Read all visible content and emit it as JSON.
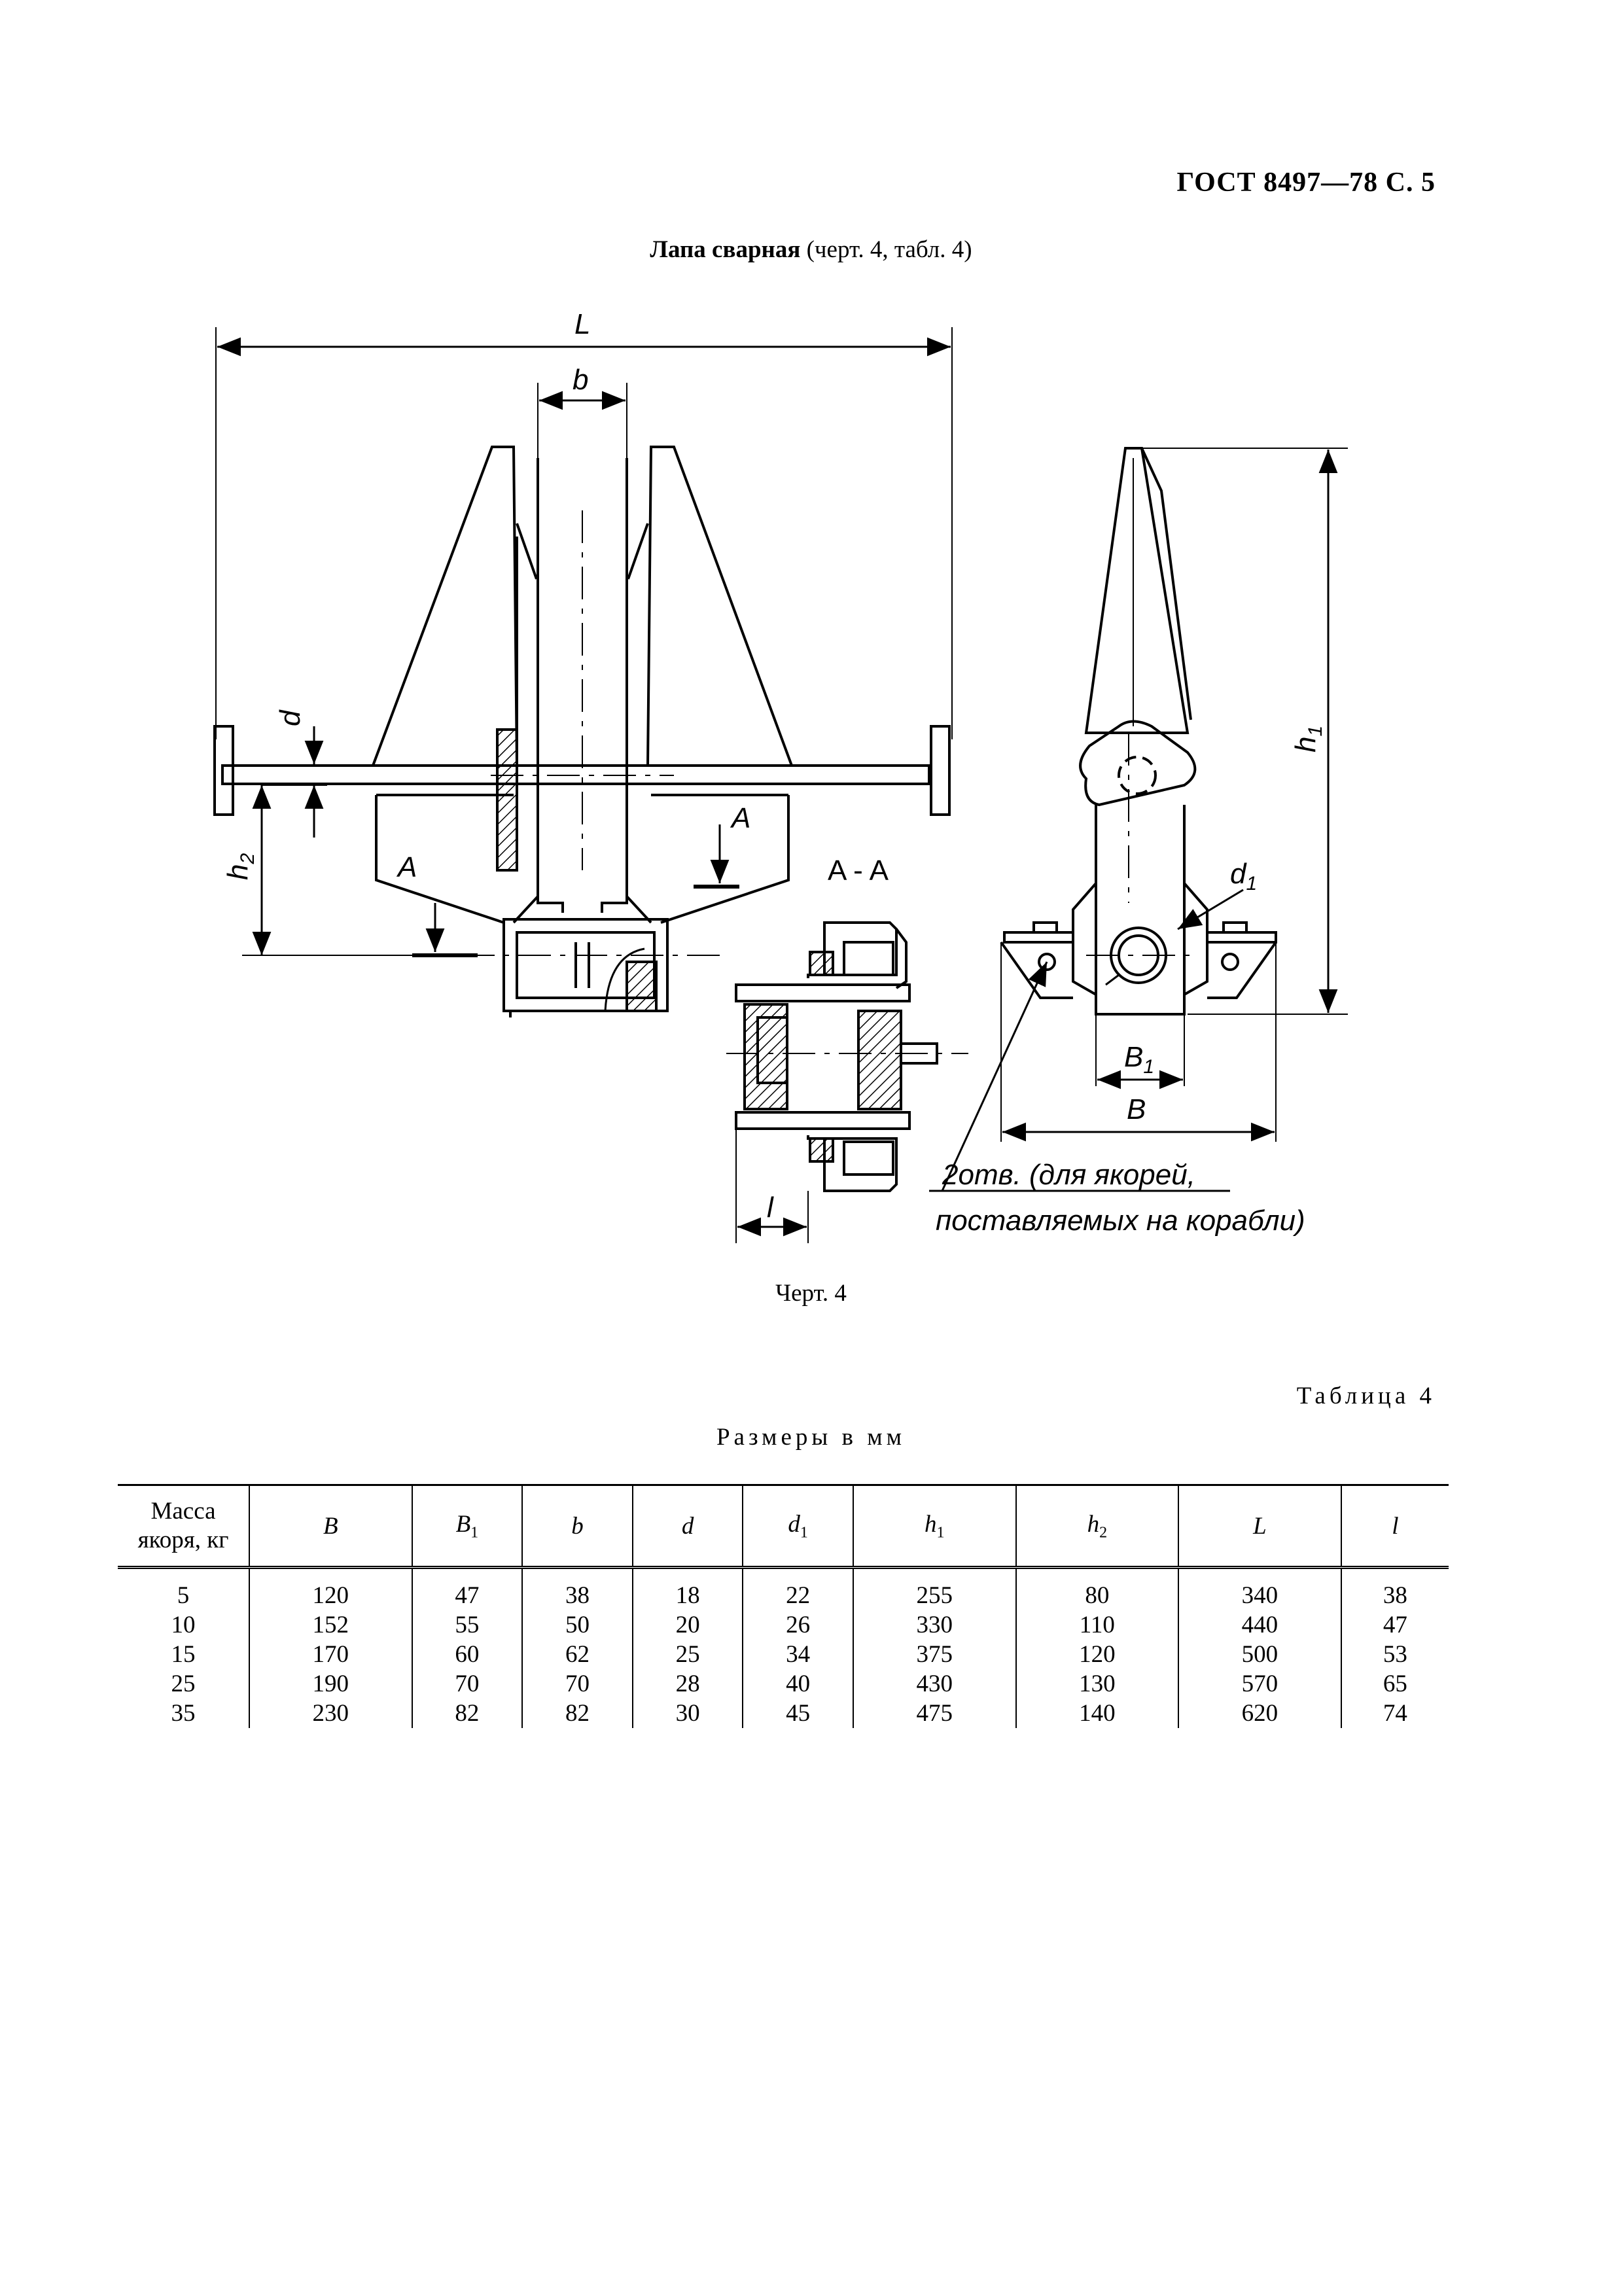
{
  "header": {
    "text": "ГОСТ 8497—78 С. 5"
  },
  "section": {
    "title_bold": "Лапа сварная",
    "title_rest": " (черт. 4, табл. 4)"
  },
  "drawing": {
    "labels": {
      "L": "L",
      "b": "b",
      "d": "d",
      "h2": "h",
      "h2_sub": "2",
      "A": "A",
      "A_right": "A",
      "section_AA": "A - A",
      "l": "l",
      "h1": "h",
      "h1_sub": "1",
      "d1": "d",
      "d1_sub": "1",
      "B1": "B",
      "B1_sub": "1",
      "B": "B",
      "note_line1": "2отв. (для якорей,",
      "note_line2": "поставляемых на корабли)"
    }
  },
  "figure_caption": "Черт. 4",
  "table": {
    "label": "Таблица 4",
    "units": "Размеры в мм",
    "header_mass_line1": "Масса",
    "header_mass_line2": "якоря, кг",
    "columns": [
      "B",
      "B",
      "b",
      "d",
      "d",
      "h",
      "h",
      "L",
      "l"
    ],
    "column_subs": [
      "",
      "1",
      "",
      "",
      "1",
      "1",
      "2",
      "",
      ""
    ],
    "rows": [
      [
        "5",
        "120",
        "47",
        "38",
        "18",
        "22",
        "255",
        "80",
        "340",
        "38"
      ],
      [
        "10",
        "152",
        "55",
        "50",
        "20",
        "26",
        "330",
        "110",
        "440",
        "47"
      ],
      [
        "15",
        "170",
        "60",
        "62",
        "25",
        "34",
        "375",
        "120",
        "500",
        "53"
      ],
      [
        "25",
        "190",
        "70",
        "70",
        "28",
        "40",
        "430",
        "130",
        "570",
        "65"
      ],
      [
        "35",
        "230",
        "82",
        "82",
        "30",
        "45",
        "475",
        "140",
        "620",
        "74"
      ]
    ]
  }
}
